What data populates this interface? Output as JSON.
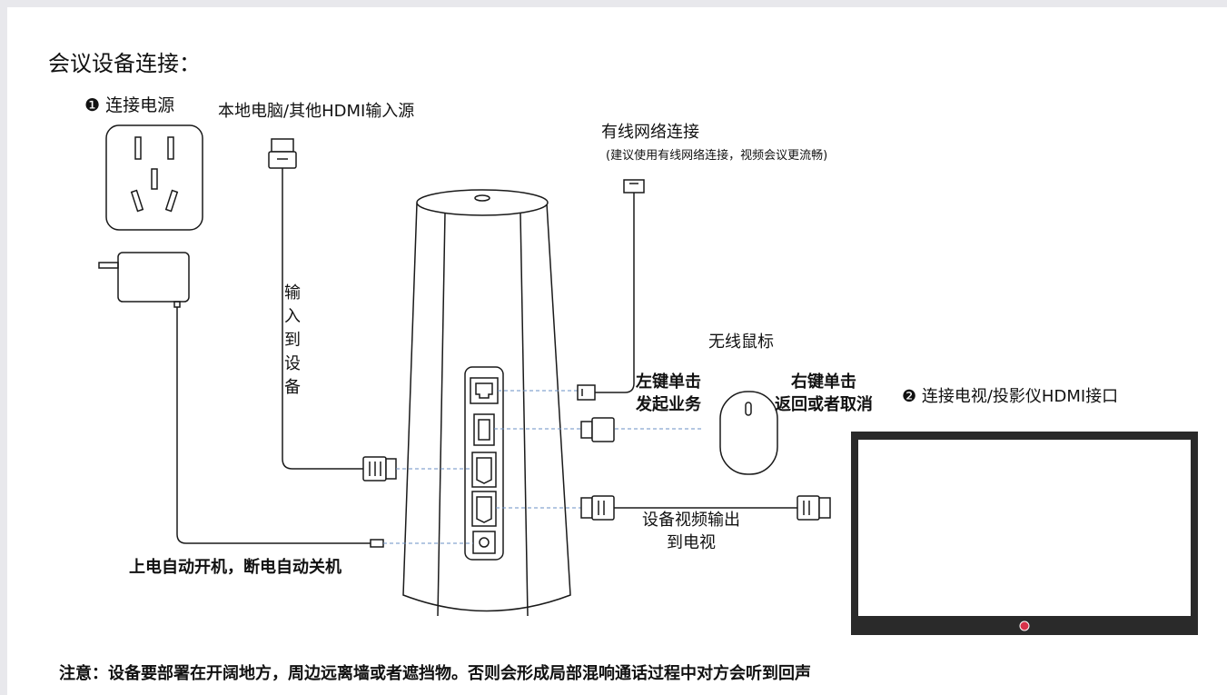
{
  "title": "会议设备连接：",
  "power": {
    "label": "❶ 连接电源",
    "note": "上电自动开机，断电自动关机"
  },
  "hdmi_input": {
    "source_label": "本地电脑/其他HDMI输入源",
    "vertical_label": "输入到设备"
  },
  "network": {
    "label": "有线网络连接",
    "hint": "(建议使用有线网络连接，视频会议更流畅)"
  },
  "mouse": {
    "label": "无线鼠标",
    "left_click_line1": "左键单击",
    "left_click_line2": "发起业务",
    "right_click_line1": "右键单击",
    "right_click_line2": "返回或者取消"
  },
  "tv": {
    "label": "❷ 连接电视/投影仪HDMI接口",
    "output_line1": "设备视频输出",
    "output_line2": "到电视"
  },
  "notice": "注意：设备要部署在开阔地方，周边远离墙或者遮挡物。否则会形成局部混响通话过程中对方会听到回声",
  "colors": {
    "line": "#1a1a1a",
    "dashed": "#6a8fc4",
    "tv_bezel": "#2a2a2a",
    "tv_led": "#d8324a"
  }
}
